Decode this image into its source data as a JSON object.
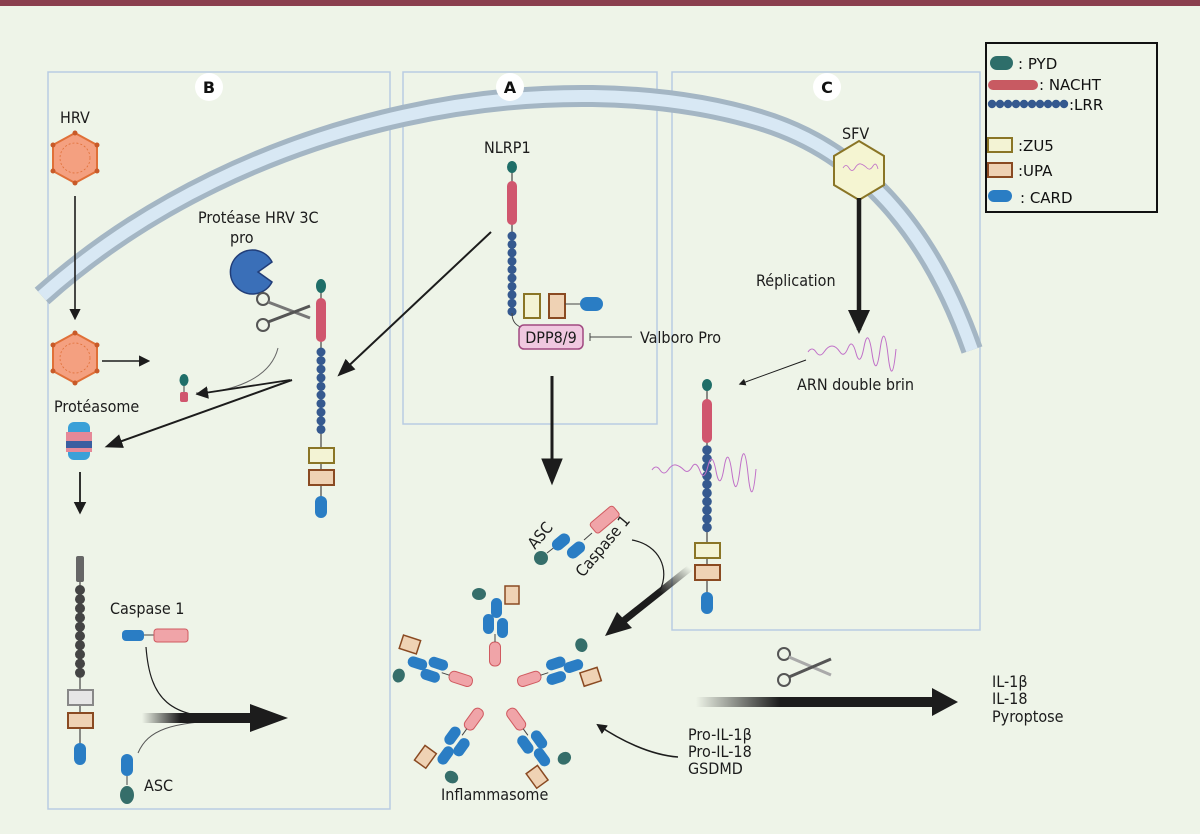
{
  "panels": {
    "A": {
      "badge": "A",
      "protein_label": "NLRP1",
      "enzyme_label": "DPP8/9",
      "inhibitor_label": "Valboro Pro"
    },
    "B": {
      "badge": "B",
      "virus_label": "HRV",
      "protease_label_line1": "Protéase HRV 3C",
      "protease_label_line2": "pro",
      "proteasome_label": "Protéasome",
      "caspase_label": "Caspase 1",
      "asc_label": "ASC"
    },
    "C": {
      "badge": "C",
      "virus_label": "SFV",
      "replication_label": "Réplication",
      "rna_label": "ARN double brin"
    }
  },
  "center": {
    "asc_label": "ASC",
    "caspase_label": "Caspase 1",
    "inflammasome_label": "Inflammasome"
  },
  "substrates": [
    "Pro-IL-1β",
    "Pro-IL-18",
    "GSDMD"
  ],
  "products": [
    "IL-1β",
    "IL-18",
    "Pyroptose"
  ],
  "legend": {
    "items": [
      {
        "key": "pyd",
        "label": ": PYD"
      },
      {
        "key": "nacht",
        "label": ": NACHT"
      },
      {
        "key": "lrr",
        "label": ":LRR"
      },
      {
        "key": "zu5",
        "label": ":ZU5"
      },
      {
        "key": "upa",
        "label": ":UPA"
      },
      {
        "key": "card",
        "label": ": CARD"
      }
    ]
  },
  "colors": {
    "pyd": "#2e6e6a",
    "nacht": "#d0566e",
    "lrr": "#35598f",
    "zu5_fill": "#f3f3d4",
    "zu5_stroke": "#8a7526",
    "upa_fill": "#efd2b4",
    "upa_stroke": "#8a4a22",
    "card": "#2a7dc4",
    "membrane": "#a4b6c4",
    "membrane_inner": "#d8e8f4",
    "hrv": "#f4a080",
    "hrv_stroke": "#e07038",
    "panel_border": "#b8cce2",
    "caspase": "#f0a4a8",
    "topbar": "#8a3f4e"
  }
}
